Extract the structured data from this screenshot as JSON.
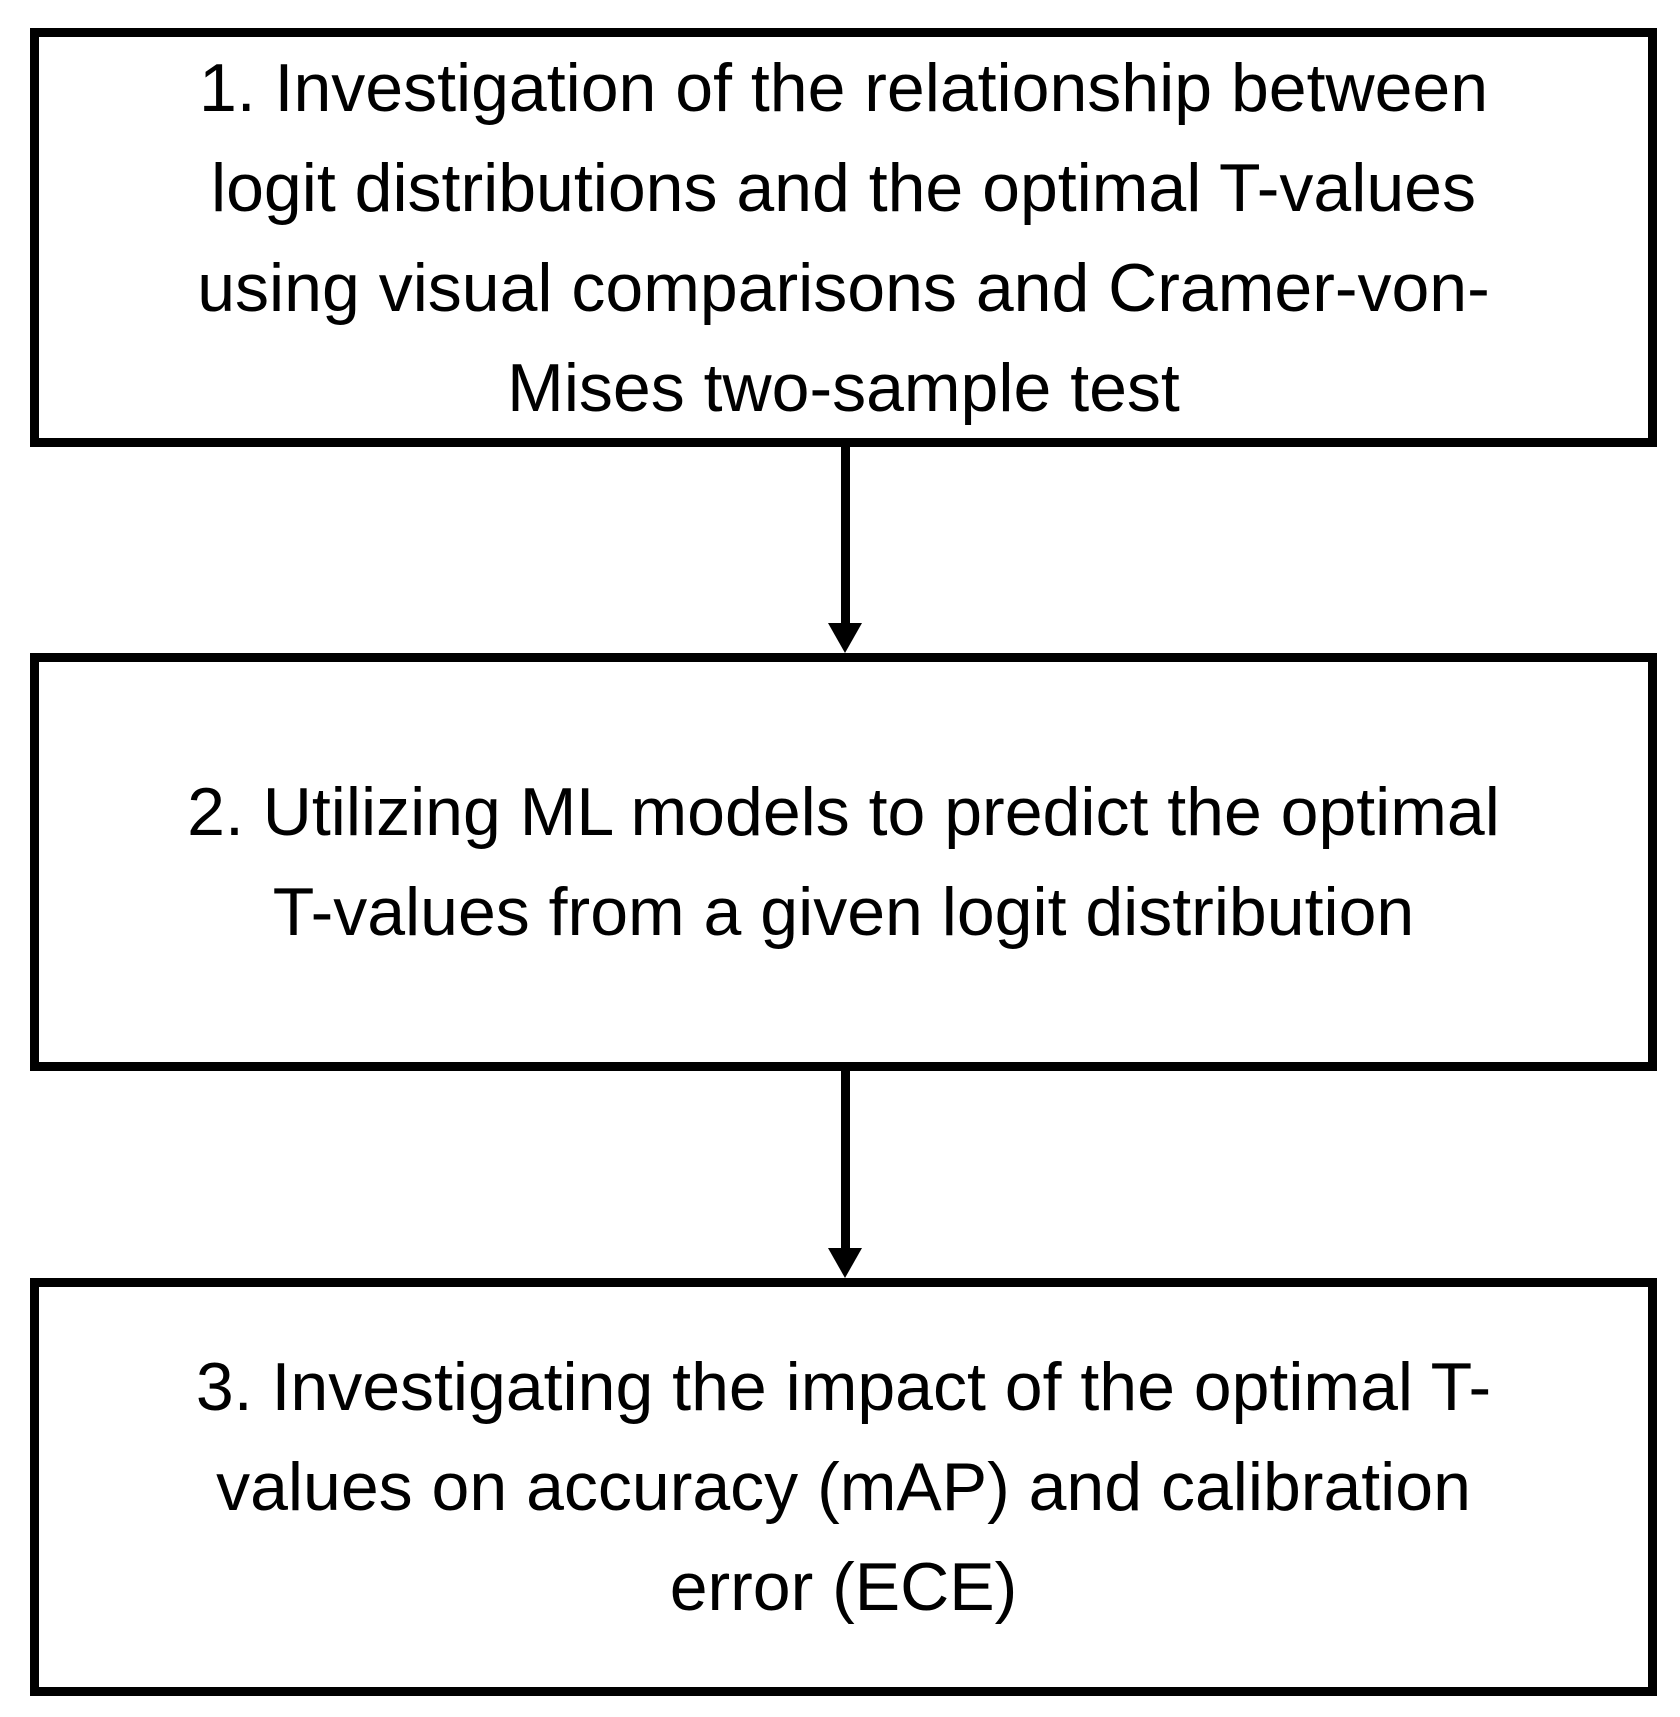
{
  "diagram": {
    "background_color": "#ffffff",
    "line_color": "#000000",
    "text_color": "#000000",
    "boxes": [
      {
        "id": "step-1",
        "lines": [
          "1. Investigation of the relationship between",
          "logit distributions and the optimal T-values",
          "using visual comparisons and Cramer-von-",
          "Mises two-sample test"
        ]
      },
      {
        "id": "step-2",
        "lines": [
          "2. Utilizing ML models to predict the optimal",
          "T-values from a given logit distribution"
        ]
      },
      {
        "id": "step-3",
        "lines": [
          "3. Investigating the impact of the optimal T-",
          "values on accuracy (mAP) and calibration",
          "error (ECE)"
        ]
      }
    ],
    "connectors": [
      {
        "from": "step-1",
        "to": "step-2",
        "direction": "down"
      },
      {
        "from": "step-2",
        "to": "step-3",
        "direction": "down"
      }
    ]
  }
}
